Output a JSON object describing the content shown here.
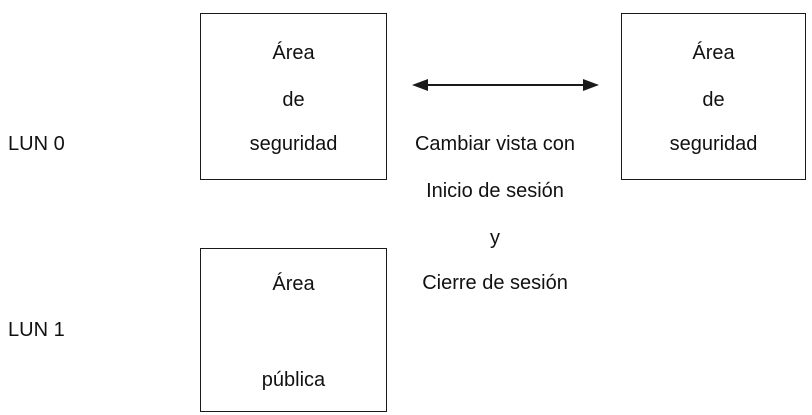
{
  "lun0": {
    "label": "LUN 0"
  },
  "lun1": {
    "label": "LUN 1"
  },
  "secure_area_left": {
    "line1": "Área",
    "line2": "de",
    "line3": "seguridad"
  },
  "secure_area_right": {
    "line1": "Área",
    "line2": "de",
    "line3": "seguridad"
  },
  "public_area": {
    "line1": "Área",
    "line2": "pública"
  },
  "switch_caption": {
    "line1": "Cambiar vista con",
    "line2": "Inicio de sesión",
    "line3": "y",
    "line4": "Cierre de sesión"
  },
  "colors": {
    "stroke": "#1a1a1a",
    "text": "#111111",
    "background": "#ffffff"
  }
}
